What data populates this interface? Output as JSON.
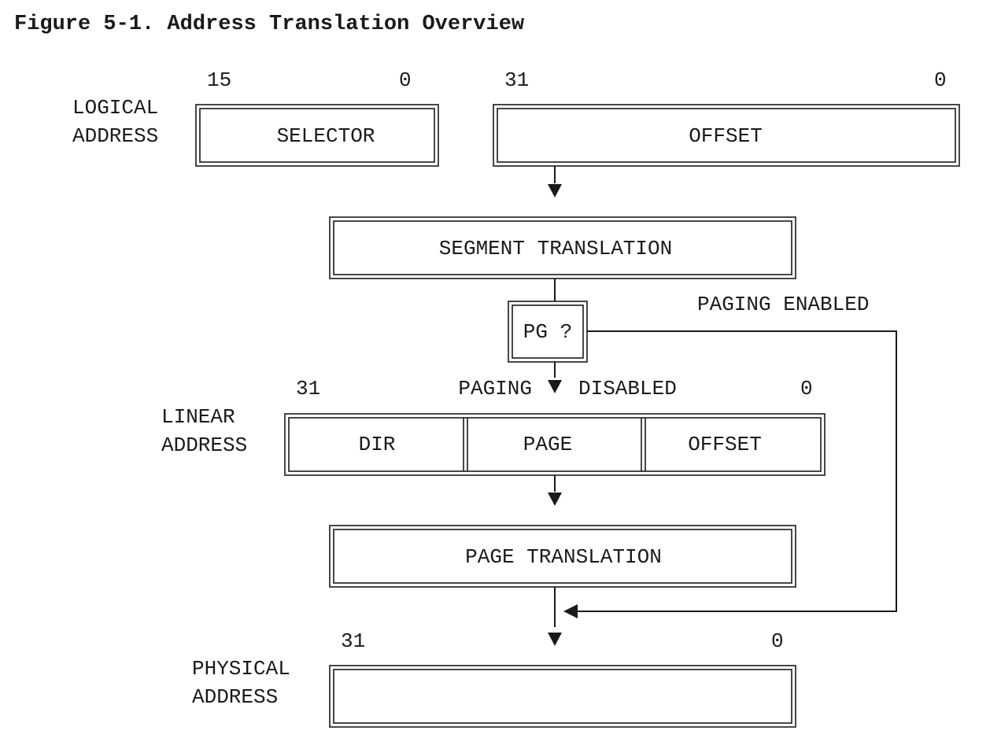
{
  "figure": {
    "title": "Figure 5-1.  Address Translation Overview"
  },
  "logical_address": {
    "label_line1": "LOGICAL",
    "label_line2": "ADDRESS",
    "selector": {
      "label": "SELECTOR",
      "bit_high": "15",
      "bit_low": "0"
    },
    "offset": {
      "label": "OFFSET",
      "bit_high": "31",
      "bit_low": "0"
    }
  },
  "segment_translation": {
    "label": "SEGMENT TRANSLATION"
  },
  "pg_test": {
    "label": "PG ?",
    "enabled_label": "PAGING ENABLED",
    "disabled_label_left": "PAGING",
    "disabled_label_right": "DISABLED"
  },
  "linear_address": {
    "label_line1": "LINEAR",
    "label_line2": "ADDRESS",
    "bit_high": "31",
    "bit_low": "0",
    "fields": [
      "DIR",
      "PAGE",
      "OFFSET"
    ]
  },
  "page_translation": {
    "label": "PAGE TRANSLATION"
  },
  "physical_address": {
    "label_line1": "PHYSICAL",
    "label_line2": "ADDRESS",
    "bit_high": "31",
    "bit_low": "0"
  }
}
